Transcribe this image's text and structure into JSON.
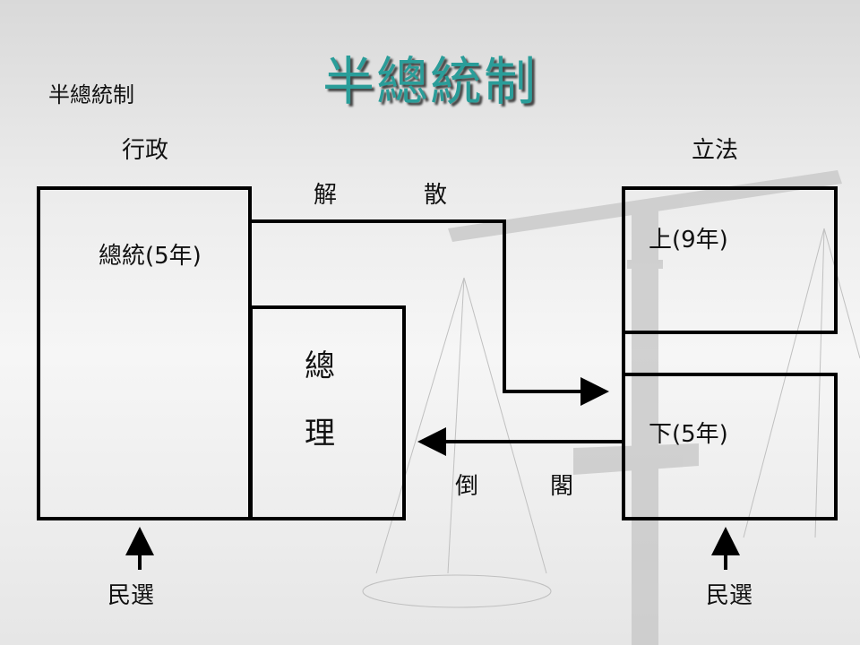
{
  "title": "半總統制",
  "subtitle": "半總統制",
  "executive": {
    "label": "行政",
    "president": "總統(5年)",
    "premier_1": "總",
    "premier_2": "理"
  },
  "legislature": {
    "label": "立法",
    "upper": "上(9年)",
    "lower": "下(5年)"
  },
  "dissolve": {
    "char1": "解",
    "char2": "散"
  },
  "censure": {
    "char1": "倒",
    "char2": "閣"
  },
  "election_left": "民選",
  "election_right": "民選",
  "colors": {
    "title": "#2a9d99",
    "lines": "#000000"
  }
}
